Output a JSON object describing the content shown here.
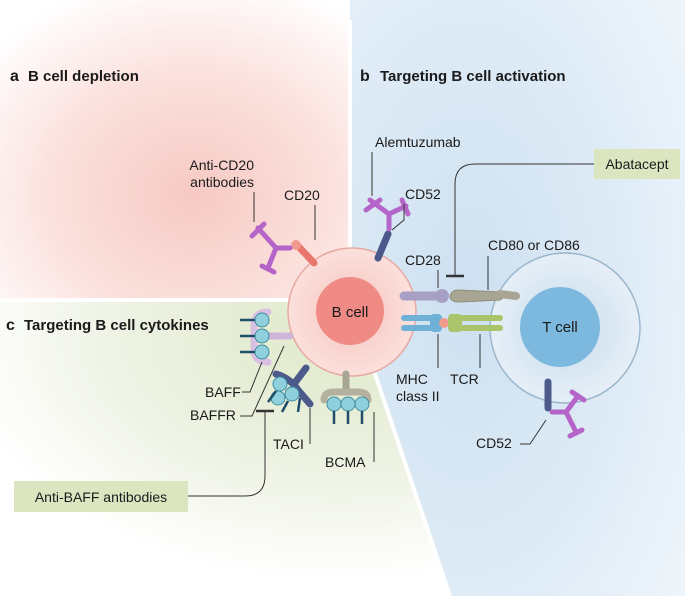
{
  "sections": {
    "a": {
      "letter": "a",
      "title": "B cell depletion"
    },
    "b": {
      "letter": "b",
      "title": "Targeting B cell activation"
    },
    "c": {
      "letter": "c",
      "title": "Targeting B cell cytokines"
    }
  },
  "cells": {
    "b_cell": "B cell",
    "t_cell": "T cell"
  },
  "labels": {
    "anti_cd20_line1": "Anti-CD20",
    "anti_cd20_line2": "antibodies",
    "cd20": "CD20",
    "alemtuzumab": "Alemtuzumab",
    "cd52_top": "CD52",
    "cd28": "CD28",
    "cd80_cd86": "CD80 or CD86",
    "mhc_line1": "MHC",
    "mhc_line2": "class II",
    "tcr": "TCR",
    "cd52_bottom": "CD52",
    "baff": "BAFF",
    "baffr": "BAFFR",
    "taci": "TACI",
    "bcma": "BCMA"
  },
  "boxes": {
    "abatacept": "Abatacept",
    "anti_baff": "Anti-BAFF antibodies"
  },
  "colors": {
    "region_a": "#f9dcd8",
    "region_b": "#dde9f4",
    "region_c": "#e8eed9",
    "b_cell_outer": "#f9d3cf",
    "b_cell_inner": "#ef8a85",
    "t_cell_outer": "#dbe7f1",
    "t_cell_inner": "#7bb6dc",
    "antibody_purple": "#b565c9",
    "drug_box": "#dbe6c1"
  }
}
